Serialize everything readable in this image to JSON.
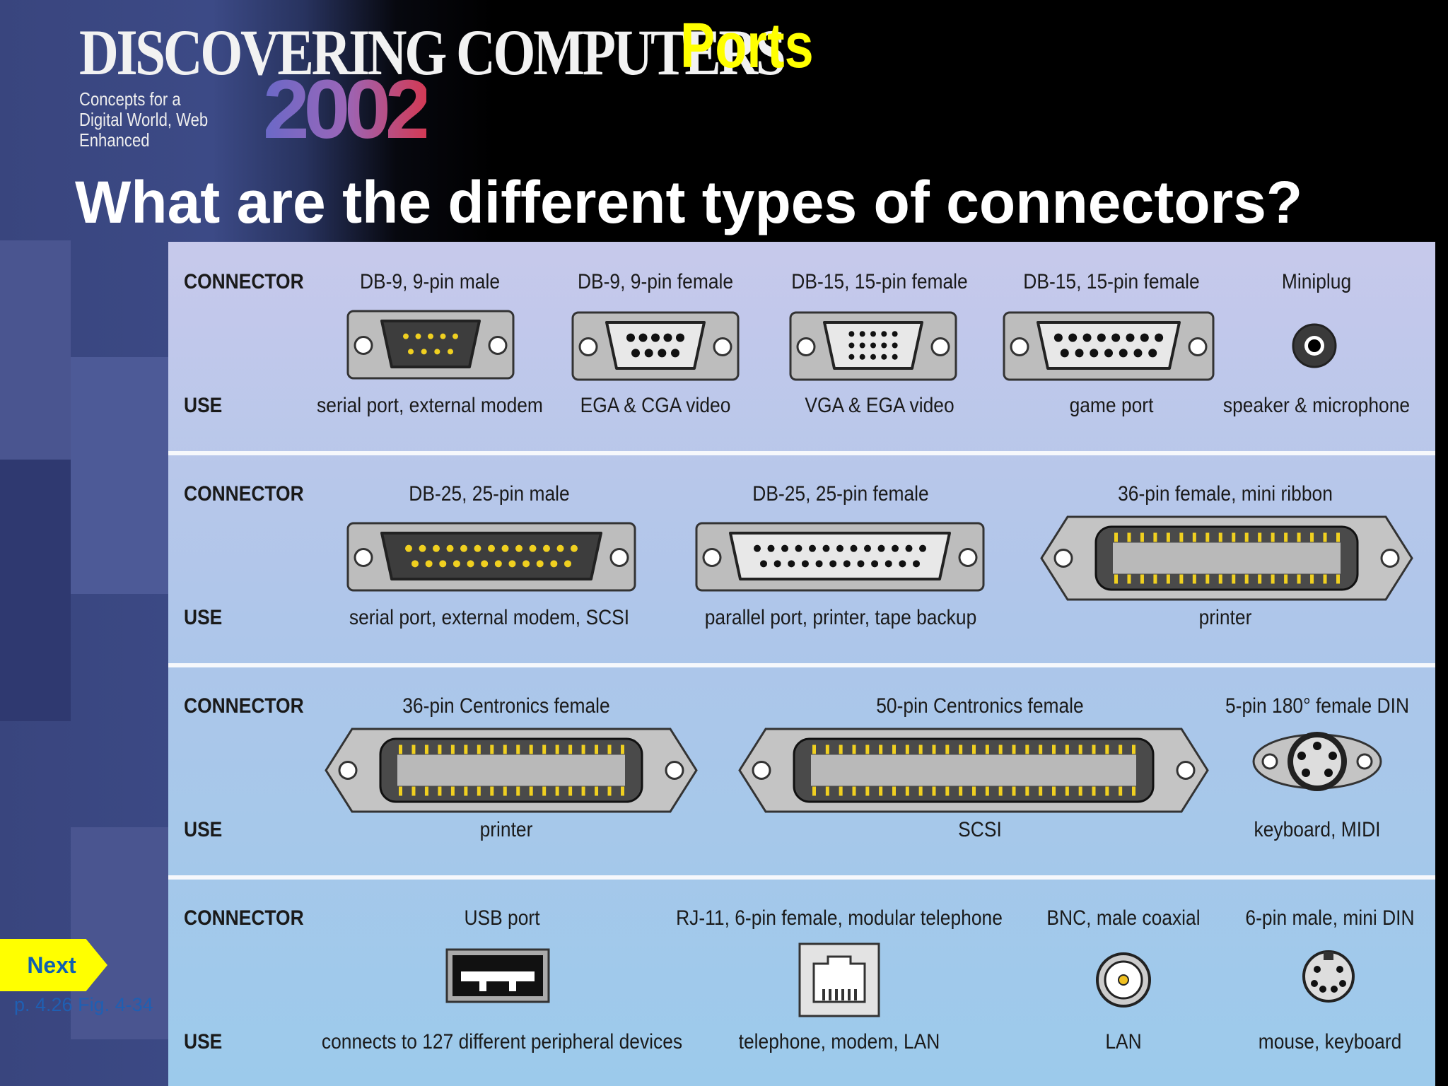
{
  "header": {
    "brand_title": "DISCOVERING COMPUTERS",
    "brand_subtitle": "Concepts for a Digital World, Web Enhanced",
    "brand_year": "2002",
    "section_title": "Ports"
  },
  "question": "What are the different types of connectors?",
  "table": {
    "connector_label": "CONNECTOR",
    "use_label": "USE",
    "rows": [
      {
        "items": [
          {
            "connector": "DB-9, 9-pin male",
            "use": "serial port, external modem",
            "icon": "db9-male-icon"
          },
          {
            "connector": "DB-9, 9-pin female",
            "use": "EGA & CGA video",
            "icon": "db9-female-icon"
          },
          {
            "connector": "DB-15, 15-pin female",
            "use": "VGA & EGA video",
            "icon": "db15-vga-icon"
          },
          {
            "connector": "DB-15, 15-pin female",
            "use": "game port",
            "icon": "db15-game-icon"
          },
          {
            "connector": "Miniplug",
            "use": "speaker & microphone",
            "icon": "miniplug-icon"
          }
        ]
      },
      {
        "items": [
          {
            "connector": "DB-25, 25-pin male",
            "use": "serial port, external modem, SCSI",
            "icon": "db25-male-icon"
          },
          {
            "connector": "DB-25, 25-pin female",
            "use": "parallel port, printer, tape backup",
            "icon": "db25-female-icon"
          },
          {
            "connector": "36-pin female, mini ribbon",
            "use": "printer",
            "icon": "mini-ribbon-icon"
          }
        ]
      },
      {
        "items": [
          {
            "connector": "36-pin Centronics female",
            "use": "printer",
            "icon": "centronics36-icon"
          },
          {
            "connector": "50-pin Centronics female",
            "use": "SCSI",
            "icon": "centronics50-icon"
          },
          {
            "connector": "5-pin 180° female DIN",
            "use": "keyboard, MIDI",
            "icon": "din5-icon"
          }
        ]
      },
      {
        "items": [
          {
            "connector": "USB port",
            "use": "connects to 127 different peripheral devices",
            "icon": "usb-icon"
          },
          {
            "connector": "RJ-11, 6-pin female, modular telephone",
            "use": "telephone, modem, LAN",
            "icon": "rj11-icon"
          },
          {
            "connector": "BNC, male coaxial",
            "use": "LAN",
            "icon": "bnc-icon"
          },
          {
            "connector": "6-pin male, mini DIN",
            "use": "mouse, keyboard",
            "icon": "mini-din-icon"
          }
        ]
      }
    ]
  },
  "nav": {
    "next_label": "Next",
    "page_reference": "p. 4.26 Fig. 4-34"
  },
  "colors": {
    "accent_yellow": "#ffff00",
    "link_blue": "#1f5fb3",
    "panel_top": "#c7c9eb",
    "panel_bottom": "#9ccaeb"
  }
}
